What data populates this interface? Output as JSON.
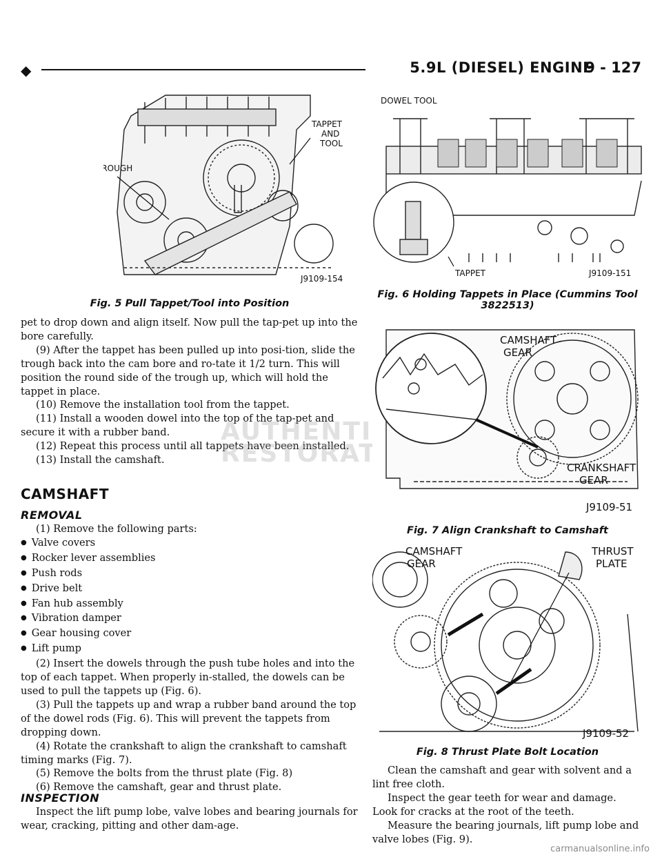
{
  "header": {
    "title": "5.9L (DIESEL) ENGINE",
    "page_number": "9 - 127"
  },
  "fig5": {
    "labels": {
      "trough": "TROUGH",
      "tappet_and_tool": [
        "TAPPET",
        "AND",
        "TOOL"
      ],
      "code": "J9109-154"
    },
    "caption": "Fig. 5 Pull Tappet/Tool into Position"
  },
  "fig6": {
    "labels": {
      "dowel_tool": "DOWEL TOOL",
      "tappet": "TAPPET",
      "code": "J9109-151"
    },
    "caption": [
      "Fig. 6 Holding Tappets in Place (Cummins Tool",
      "3822513)"
    ]
  },
  "fig7": {
    "labels": {
      "camshaft_gear": [
        "CAMSHAFT",
        "GEAR"
      ],
      "crankshaft_gear": [
        "CRANKSHAFT",
        "GEAR"
      ],
      "code": "J9109-51"
    },
    "caption": "Fig. 7 Align Crankshaft to Camshaft"
  },
  "fig8": {
    "labels": {
      "camshaft_gear": [
        "CAMSHAFT",
        "GEAR"
      ],
      "thrust_plate": [
        "THRUST",
        "PLATE"
      ],
      "code": "J9109-52"
    },
    "caption": "Fig. 8 Thrust Plate Bolt Location"
  },
  "left_text": {
    "intro": [
      "pet to drop down and align itself. Now pull the tap-pet up into the bore carefully.",
      "(9) After the tappet has been pulled up into posi-tion, slide the trough back into the cam bore and ro-tate it 1/2 turn. This will position the round side of the trough up, which will hold the tappet in place.",
      "(10) Remove the installation tool from the tappet.",
      "(11) Install a wooden dowel into the top of the tap-pet and secure it with a rubber band.",
      "(12) Repeat this process until all tappets have been installed.",
      "(13) Install the camshaft."
    ],
    "camshaft_heading": "CAMSHAFT",
    "removal_heading": "REMOVAL",
    "removal_step1": "(1) Remove the following parts:",
    "removal_bullets": [
      "Valve covers",
      "Rocker lever assemblies",
      "Push rods",
      "Drive belt",
      "Fan hub assembly",
      "Vibration damper",
      "Gear housing cover",
      "Lift pump"
    ],
    "removal_steps": [
      "(2) Insert the dowels through the push tube holes and into the top of each tappet. When properly in-stalled, the dowels can be used to pull the tappets up (Fig. 6).",
      "(3) Pull the tappets up and wrap a rubber band around the top of the dowel rods (Fig. 6). This will prevent the tappets from dropping down.",
      "(4) Rotate the crankshaft to align the crankshaft to camshaft timing marks (Fig. 7).",
      "(5) Remove the bolts from the thrust plate (Fig. 8)",
      "(6) Remove the camshaft, gear and thrust plate."
    ],
    "inspection_heading": "INSPECTION",
    "inspection_text": "Inspect the lift pump lobe, valve lobes and bearing journals for wear, cracking, pitting and other dam-age."
  },
  "right_text": [
    "Clean the camshaft and gear with solvent and a lint free cloth.",
    "Inspect the gear teeth for wear and damage. Look for cracks at the root of the teeth.",
    "Measure the bearing journals, lift pump lobe and valve lobes (Fig. 9)."
  ],
  "watermark": [
    "AUTHENTIC",
    "RESTORATION"
  ],
  "footer": "carmanualsonline.info"
}
